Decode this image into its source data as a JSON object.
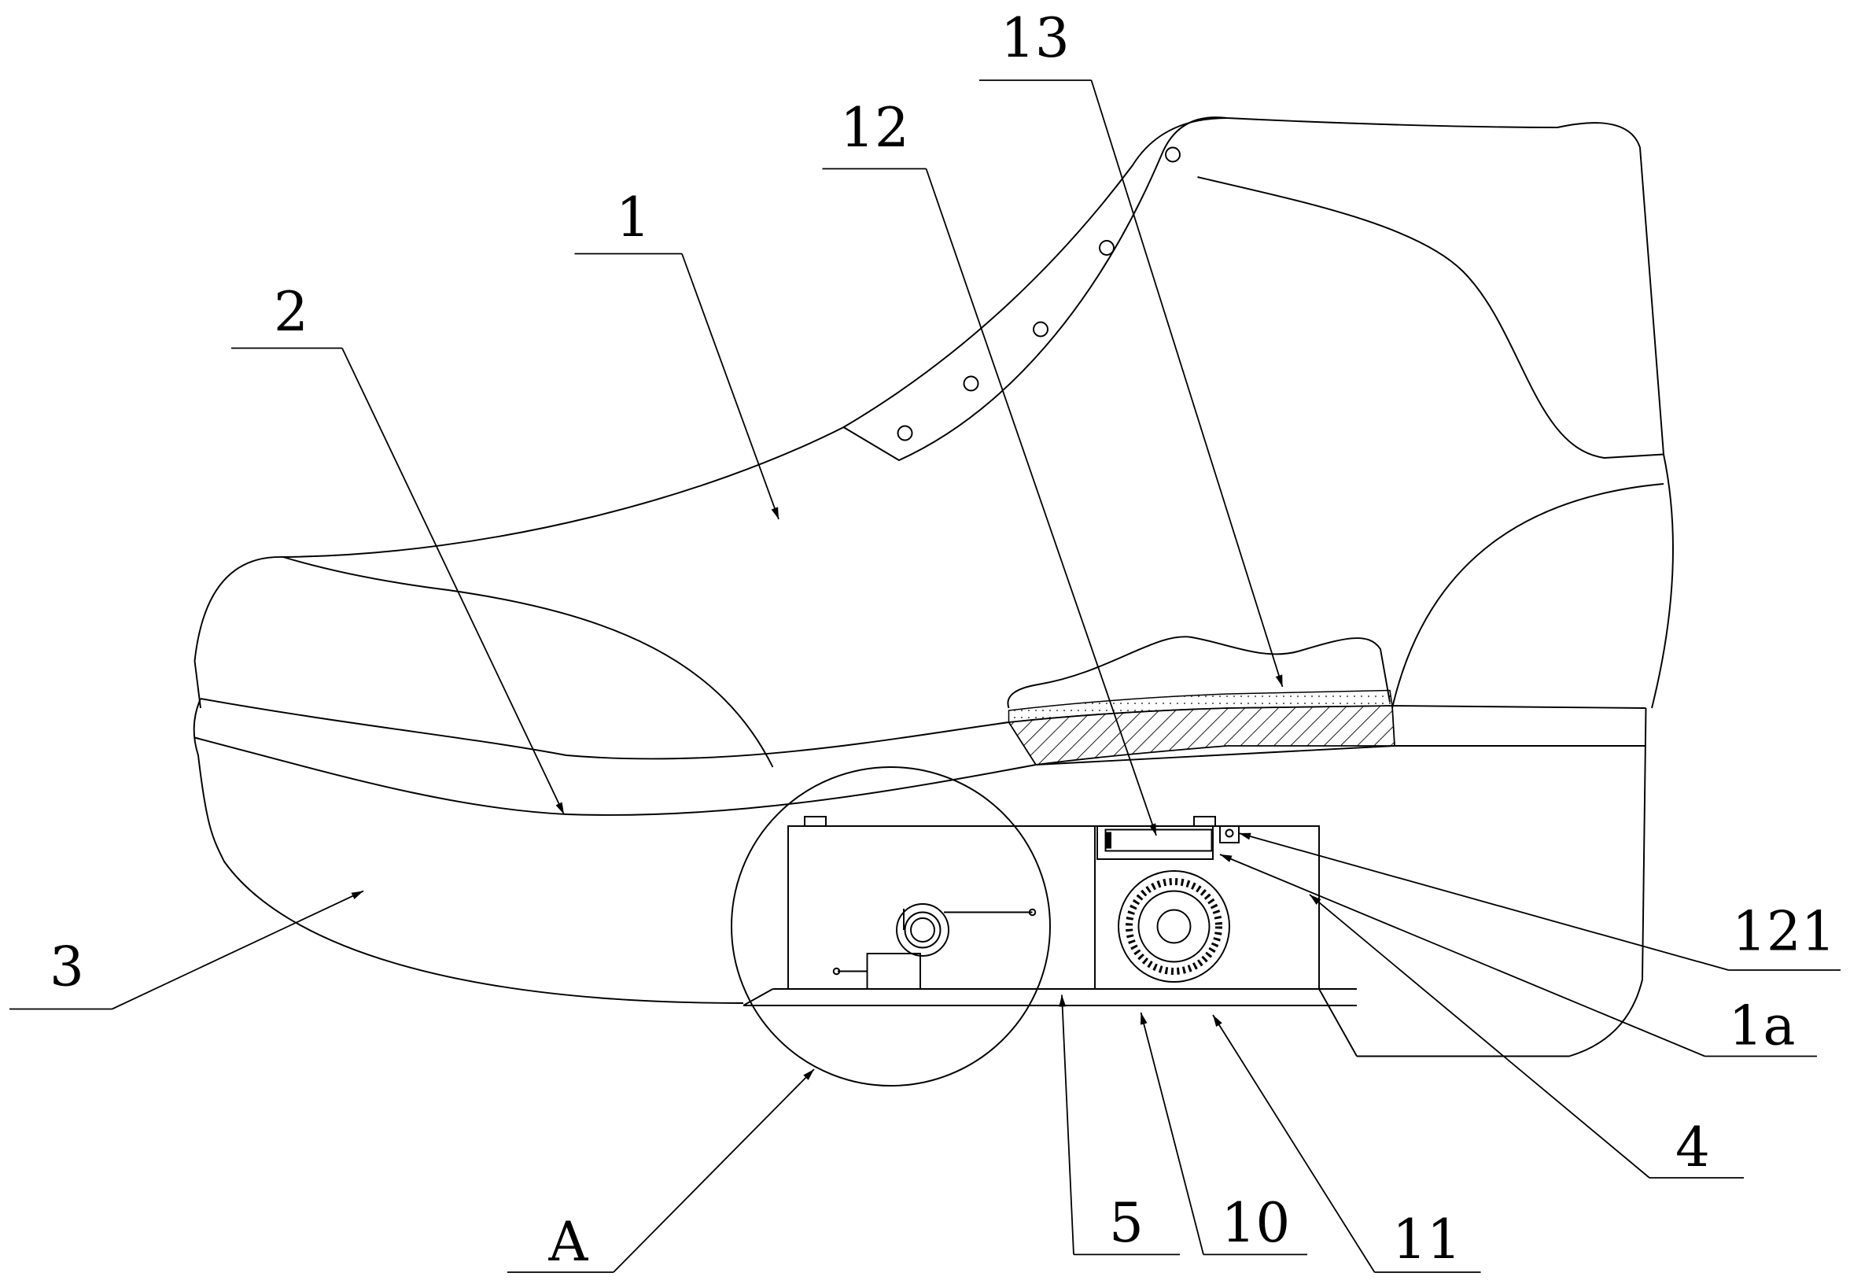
{
  "figure": {
    "labels": {
      "l13": "13",
      "l12": "12",
      "l1": "1",
      "l2": "2",
      "l3": "3",
      "l121": "121",
      "l1a": "1a",
      "l4": "4",
      "lA": "A",
      "l5": "5",
      "l10": "10",
      "l11": "11"
    }
  }
}
